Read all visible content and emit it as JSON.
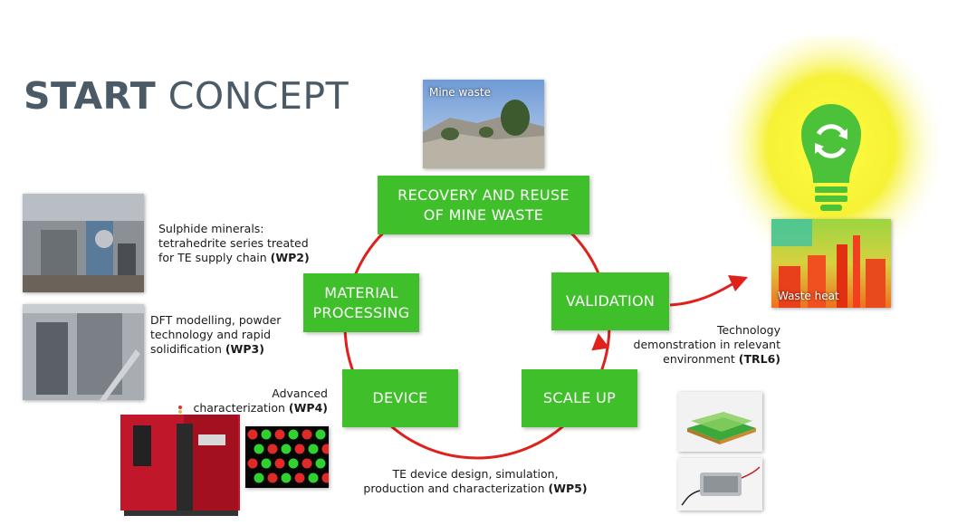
{
  "title": {
    "bold": "START",
    "light": "CONCEPT"
  },
  "images": {
    "mine_waste_label": "Mine waste",
    "waste_heat_label": "Waste heat"
  },
  "cycle": {
    "recovery": {
      "line1": "RECOVERY AND REUSE",
      "line2": "OF MINE WASTE"
    },
    "material": {
      "line1": "MATERIAL",
      "line2": "PROCESSING"
    },
    "device": "DEVICE",
    "scale_up": "SCALE UP",
    "validation": "VALIDATION"
  },
  "captions": {
    "wp2": {
      "line1": "Sulphide minerals:",
      "line2": "tetrahedrite series treated",
      "line3_text": "for TE supply chain ",
      "tag": "(WP2)"
    },
    "wp3": {
      "line1": "DFT modelling, powder",
      "line2": "technology and rapid",
      "line3_text": "solidification ",
      "tag": "(WP3)"
    },
    "wp4": {
      "line1": "Advanced",
      "line2_text": "characterization ",
      "tag": "(WP4)"
    },
    "wp5": {
      "line1": "TE device design, simulation,",
      "line2_text": "production and characterization ",
      "tag": "(WP5)"
    },
    "trl6": {
      "line1": "Technology",
      "line2": "demonstration in relevant",
      "line3_text": "environment ",
      "tag": "(TRL6)"
    }
  },
  "colors": {
    "box_green": "#3fbf2a",
    "arrow_red": "#e0201a",
    "title_gray": "#4a5a66",
    "bulb_green": "#4cc23a"
  }
}
